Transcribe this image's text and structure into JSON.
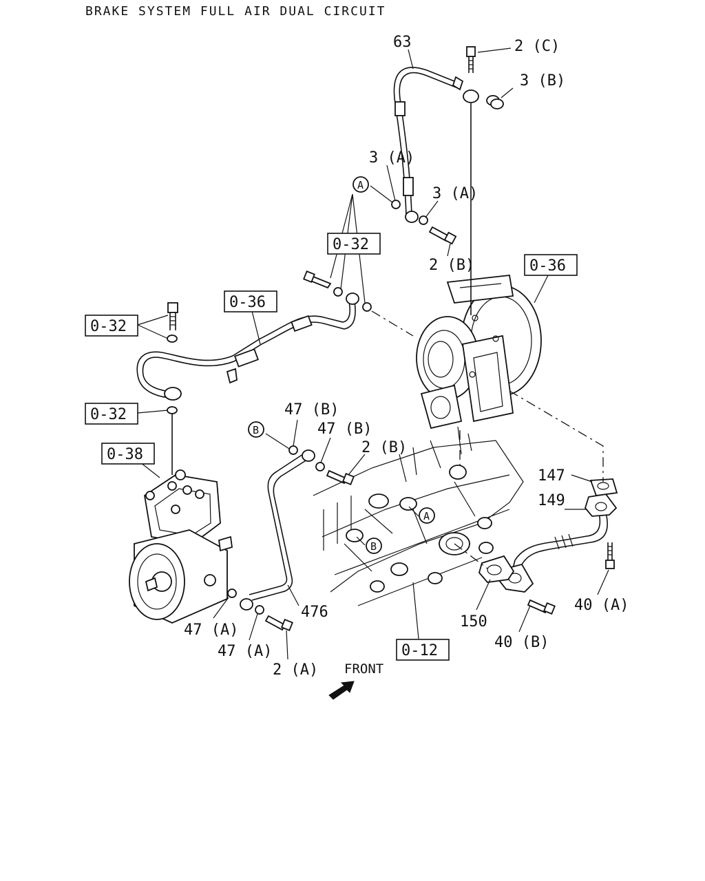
{
  "title": "BRAKE SYSTEM FULL AIR DUAL CIRCUIT",
  "refs": {
    "r032_top": "0-32",
    "r036_right": "0-36",
    "r036_left": "0-36",
    "r032_left1": "0-32",
    "r032_left2": "0-32",
    "r038": "0-38",
    "r012": "0-12"
  },
  "labels": {
    "l63": "63",
    "l2c": "2 (C)",
    "l3b": "3 (B)",
    "l3a_1": "3 (A)",
    "l3a_2": "3 (A)",
    "l2b_1": "2 (B)",
    "l47b_1": "47 (B)",
    "l47b_2": "47 (B)",
    "l2b_2": "2 (B)",
    "l147": "147",
    "l149": "149",
    "l476": "476",
    "l47a_1": "47 (A)",
    "l47a_2": "47 (A)",
    "l2a": "2 (A)",
    "l150": "150",
    "l40a": "40 (A)",
    "l40b": "40 (B)",
    "front": "FRONT"
  },
  "circles": {
    "cA1": "A",
    "cA2": "A",
    "cB1": "B",
    "cB2": "B"
  },
  "icons": {
    "front_arrow": "front-arrow-icon"
  }
}
